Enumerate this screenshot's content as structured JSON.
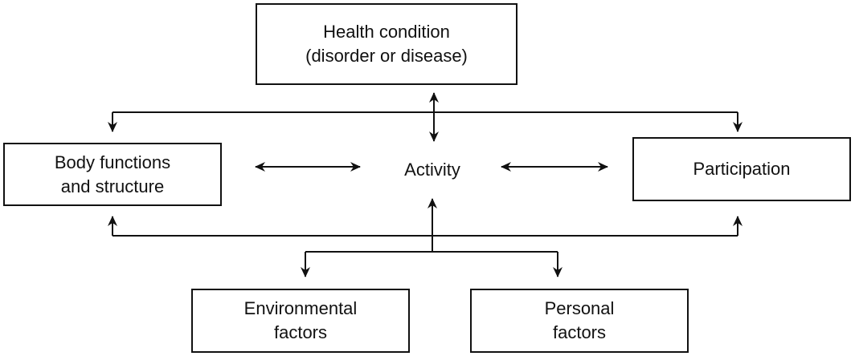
{
  "nodes": {
    "health_condition": {
      "line1": "Health condition",
      "line2": "(disorder or disease)"
    },
    "body_functions": {
      "line1": "Body functions",
      "line2": "and structure"
    },
    "activity": {
      "label": "Activity"
    },
    "participation": {
      "label": "Participation"
    },
    "environmental": {
      "line1": "Environmental",
      "line2": "factors"
    },
    "personal": {
      "line1": "Personal",
      "line2": "factors"
    }
  },
  "colors": {
    "stroke": "#111111",
    "background": "#ffffff"
  }
}
